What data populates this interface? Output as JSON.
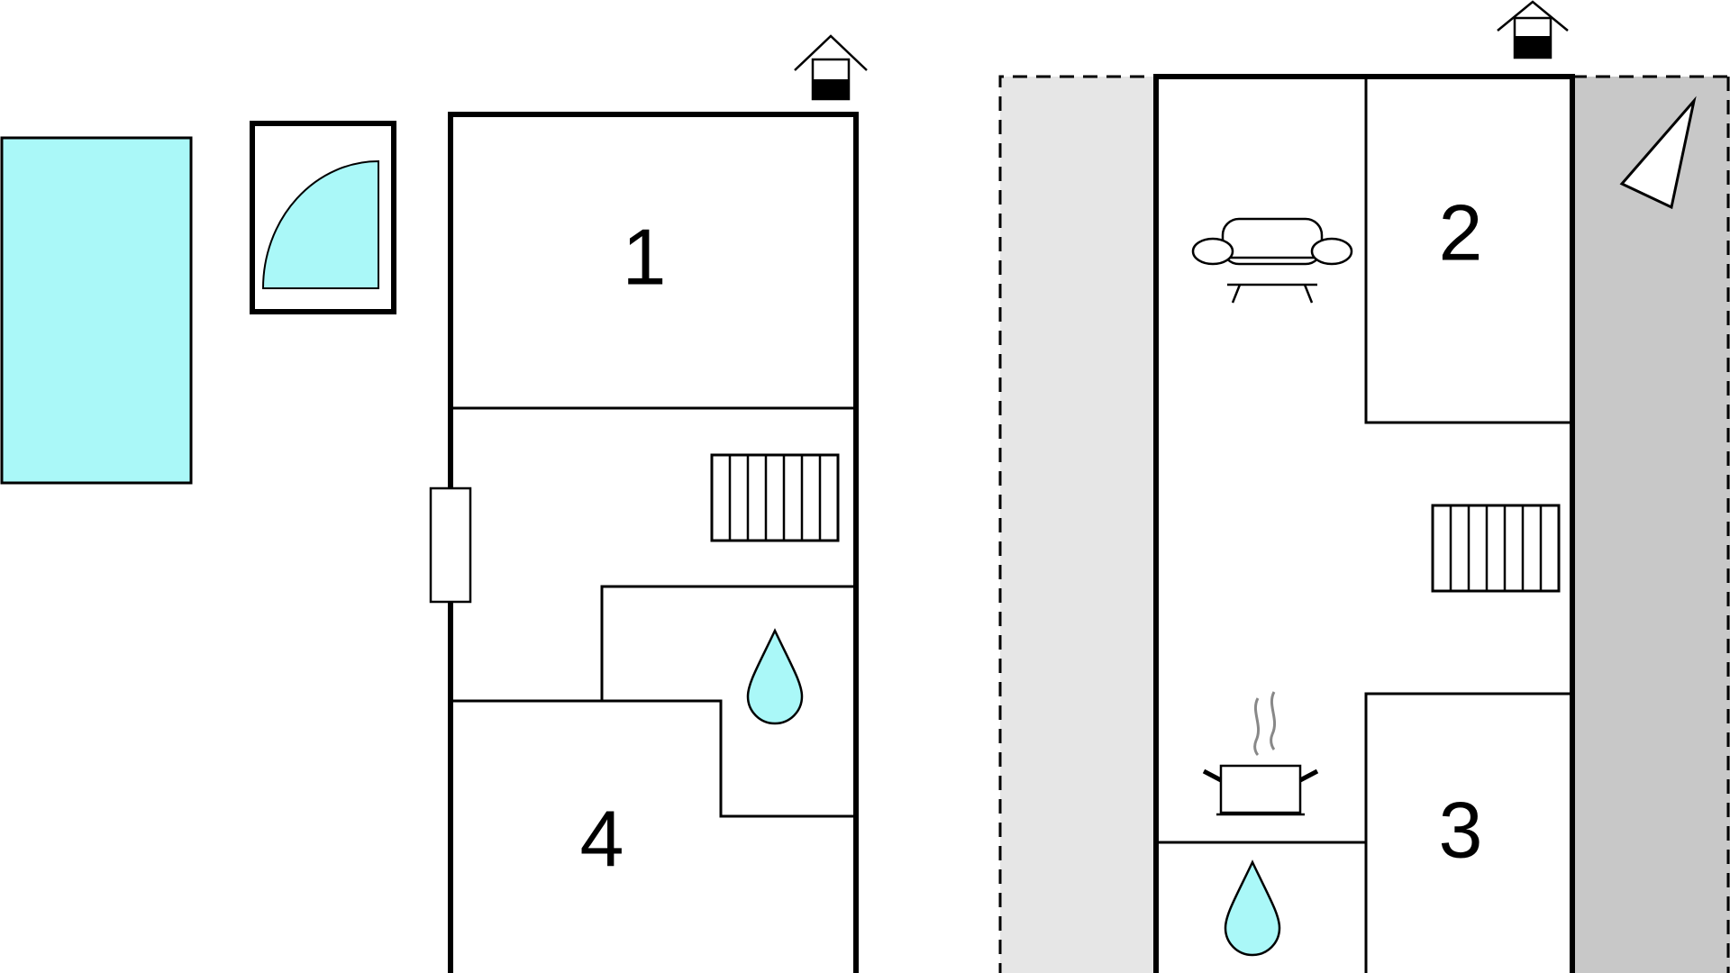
{
  "colors": {
    "water": "#aaf8f8",
    "terrace_light": "#e6e6e6",
    "terrace_dark": "#c8c8c8",
    "line": "#000000",
    "background": "#ffffff"
  },
  "icons": [
    "pool-icon",
    "shower-icon",
    "entrance-icon",
    "stairs-icon",
    "sofa-icon",
    "cooking-pot-icon",
    "water-drop-icon",
    "north-arrow-icon",
    "window-icon"
  ],
  "floors": [
    {
      "rooms": [
        {
          "label": "1"
        },
        {
          "label": "4"
        }
      ]
    },
    {
      "rooms": [
        {
          "label": "2"
        },
        {
          "label": "3"
        }
      ]
    }
  ]
}
